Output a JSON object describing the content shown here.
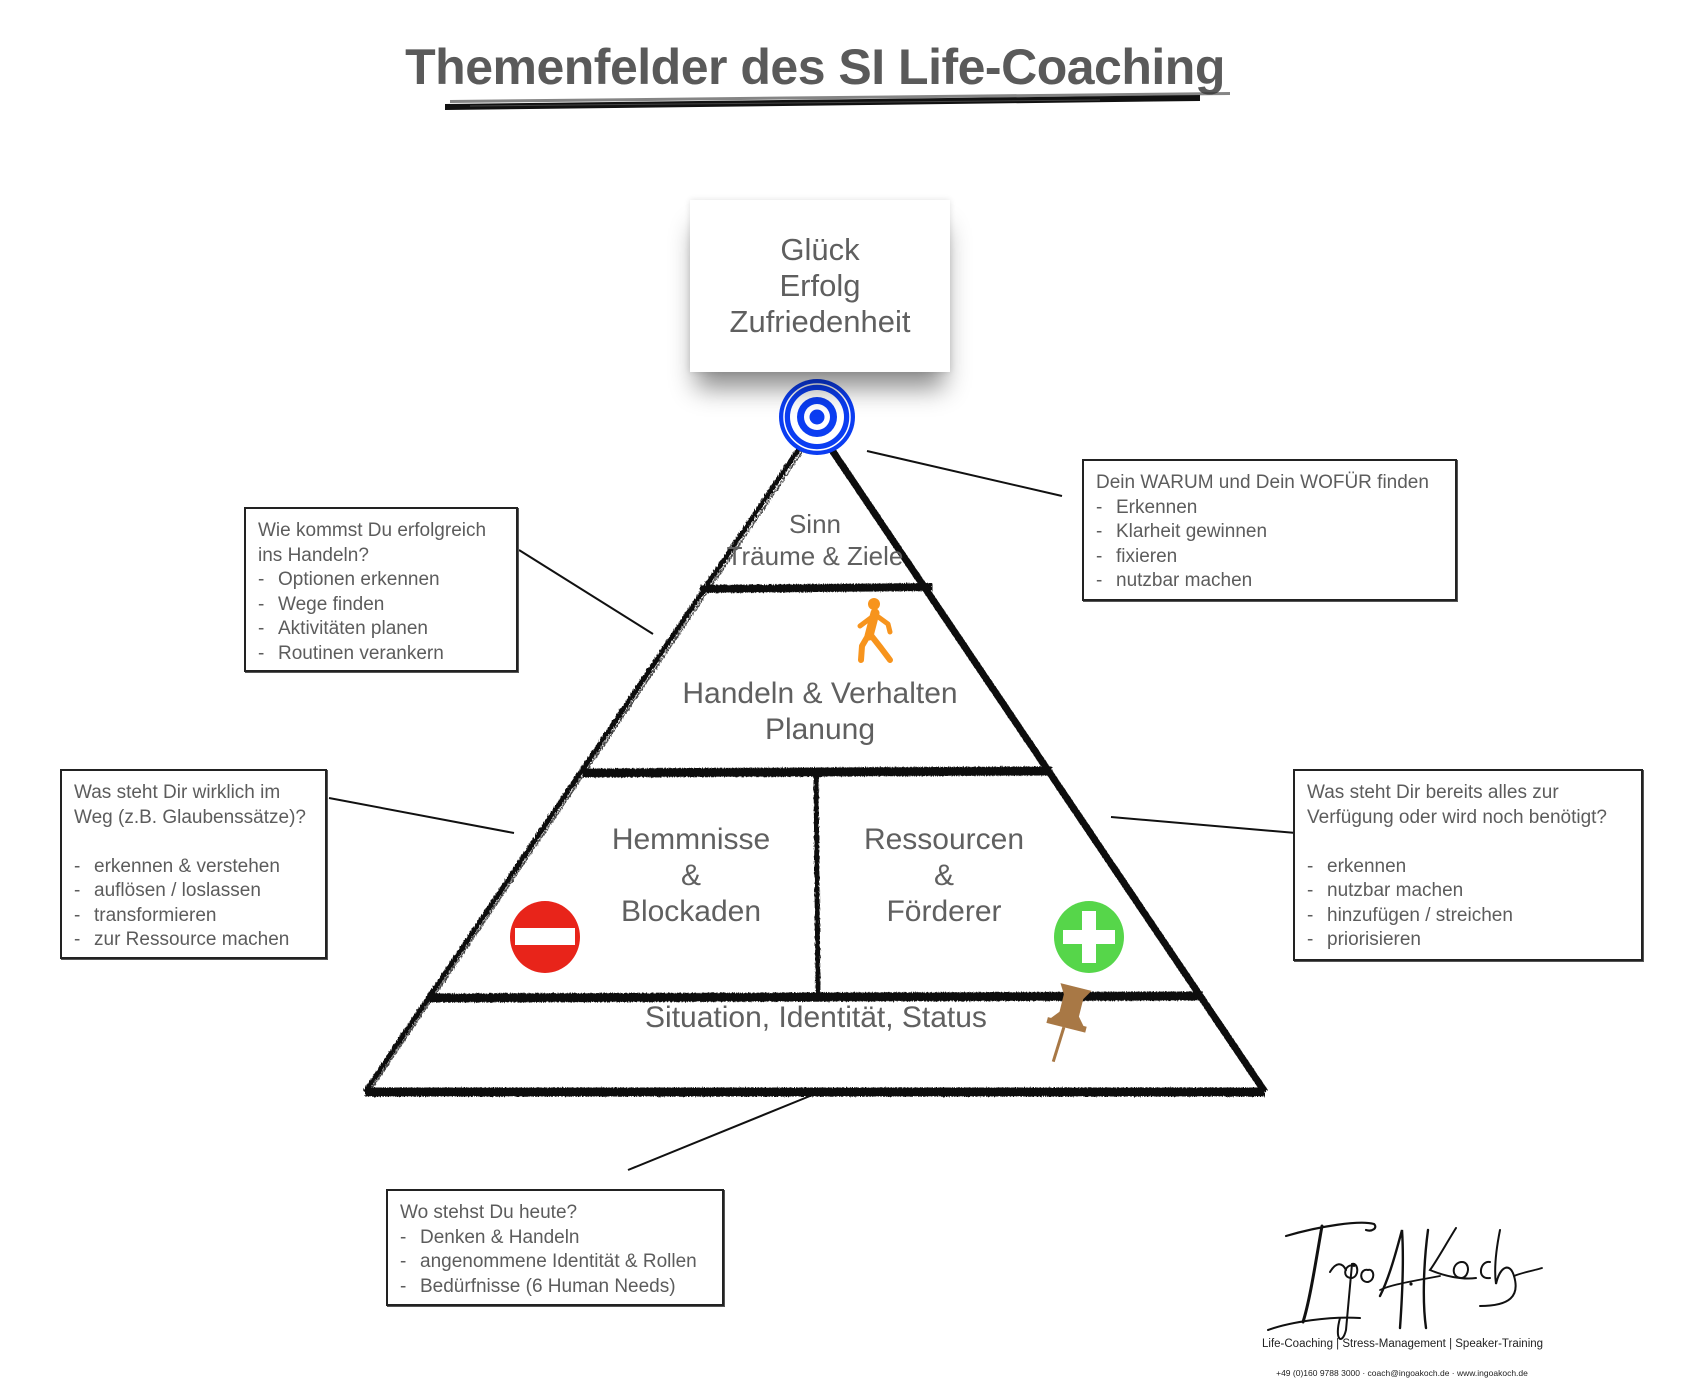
{
  "title": "Themenfelder des SI Life-Coaching",
  "top_box": {
    "lines": [
      "Glück",
      "Erfolg",
      "Zufriedenheit"
    ]
  },
  "pyramid": {
    "level_1": {
      "lines": [
        "Sinn",
        "Träume & Ziele"
      ]
    },
    "level_2": {
      "lines": [
        "Handeln & Verhalten",
        "Planung"
      ],
      "icon": "walking-person-icon"
    },
    "level_3_left": {
      "lines": [
        "Hemmnisse",
        "&",
        "Blockaden"
      ],
      "icon": "minus-circle-icon"
    },
    "level_3_right": {
      "lines": [
        "Ressourcen",
        "&",
        "Förderer"
      ],
      "icon": "plus-circle-icon"
    },
    "level_4": {
      "lines": [
        "Situation, Identität, Status"
      ],
      "icon": "pushpin-icon"
    },
    "apex_icon": "target-icon"
  },
  "callouts": {
    "sinn": {
      "heading": [
        "Dein WARUM und Dein WOFÜR finden"
      ],
      "items": [
        "Erkennen",
        "Klarheit gewinnen",
        "fixieren",
        "nutzbar machen"
      ]
    },
    "handeln": {
      "heading": [
        "Wie kommst Du erfolgreich",
        "ins Handeln?"
      ],
      "items": [
        "Optionen erkennen",
        "Wege finden",
        "Aktivitäten planen",
        "Routinen verankern"
      ]
    },
    "hemmnisse": {
      "heading": [
        "Was steht Dir wirklich im",
        "Weg (z.B. Glaubenssätze)?"
      ],
      "items": [
        "erkennen & verstehen",
        "auflösen / loslassen",
        "transformieren",
        "zur Ressource machen"
      ]
    },
    "ressourcen": {
      "heading": [
        "Was steht Dir bereits alles zur",
        "Verfügung oder wird noch benötigt?"
      ],
      "items": [
        "erkennen",
        "nutzbar machen",
        "hinzufügen / streichen",
        "priorisieren"
      ]
    },
    "situation": {
      "heading": [
        "Wo stehst Du heute?"
      ],
      "items": [
        "Denken & Handeln",
        "angenommene Identität & Rollen",
        "Bedürfnisse (6 Human Needs)"
      ]
    }
  },
  "bullet": "-",
  "logo": {
    "signature": "Ingo A. Koch",
    "tagline": "Life-Coaching  |  Stress-Management  |  Speaker-Training",
    "contact": "+49 (0)160 9788 3000   ·   coach@ingoakoch.de   ·   www.ingoakoch.de"
  },
  "colors": {
    "target": "#0b3df2",
    "walker": "#f7941d",
    "minus": "#e8241a",
    "plus": "#56d64a",
    "pin": "#a87845",
    "text": "#606060"
  }
}
